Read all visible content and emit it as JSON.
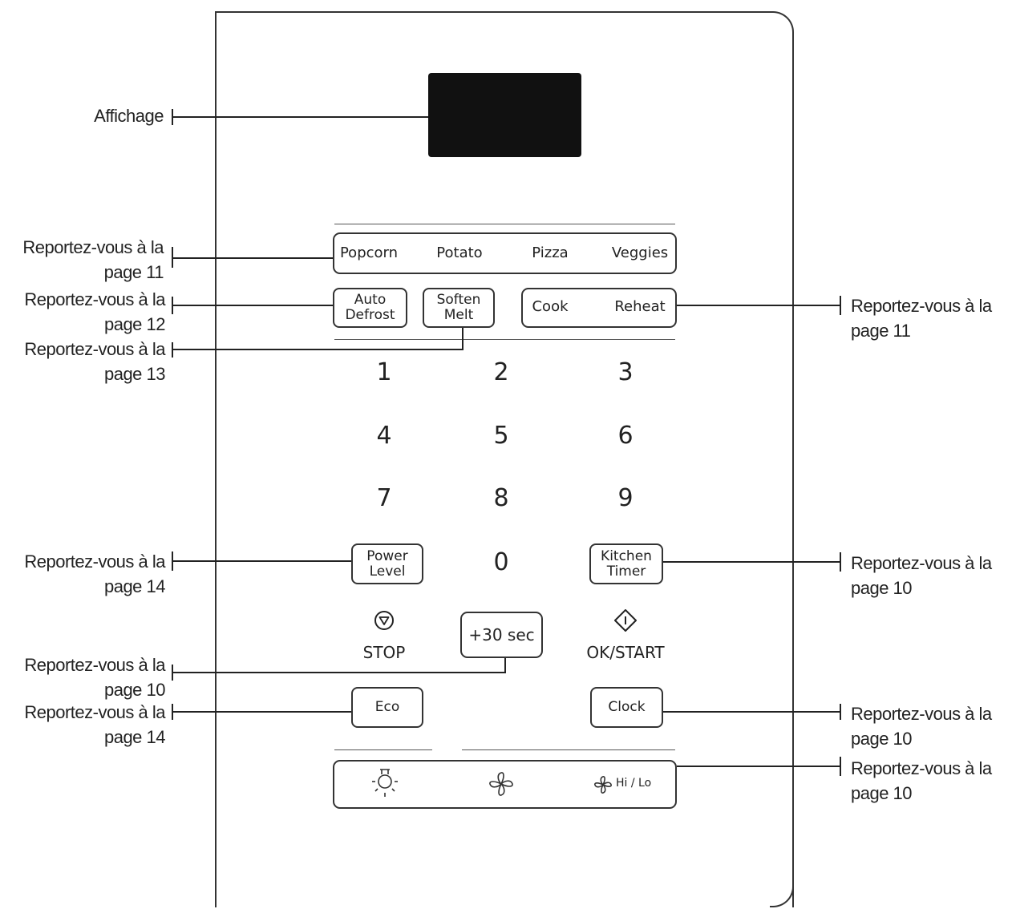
{
  "display_label": "Affichage",
  "callouts": {
    "auto_programs": "Reportez-vous à la\npage 11",
    "auto_defrost": "Reportez-vous à la\npage 12",
    "soften_melt": "Reportez-vous à la\npage 13",
    "cook_reheat": "Reportez-vous à la\npage 11",
    "power_level": "Reportez-vous à la\npage 14",
    "kitchen_timer": "Reportez-vous à la\npage 10",
    "plus_30_sec": "Reportez-vous à la\npage 10",
    "eco": "Reportez-vous à la\npage 14",
    "clock": "Reportez-vous à la\npage 10",
    "light_fan": "Reportez-vous à la\npage 10"
  },
  "auto_buttons": [
    "Popcorn",
    "Potato",
    "Pizza",
    "Veggies"
  ],
  "auto_defrost_label": "Auto\nDefrost",
  "soften_melt_label": "Soften\nMelt",
  "cook_label": "Cook",
  "reheat_label": "Reheat",
  "digits": [
    "1",
    "2",
    "3",
    "4",
    "5",
    "6",
    "7",
    "8",
    "9",
    "0"
  ],
  "power_level_label": "Power\nLevel",
  "kitchen_timer_label": "Kitchen\nTimer",
  "stop_label": "STOP",
  "plus_30_label": "+30 sec",
  "ok_start_label": "OK/START",
  "eco_label": "Eco",
  "clock_label": "Clock",
  "hi_lo_label": "Hi / Lo",
  "icons": [
    "stop-icon",
    "start-icon",
    "light-icon",
    "fan-icon",
    "fan-hi-lo-icon"
  ]
}
